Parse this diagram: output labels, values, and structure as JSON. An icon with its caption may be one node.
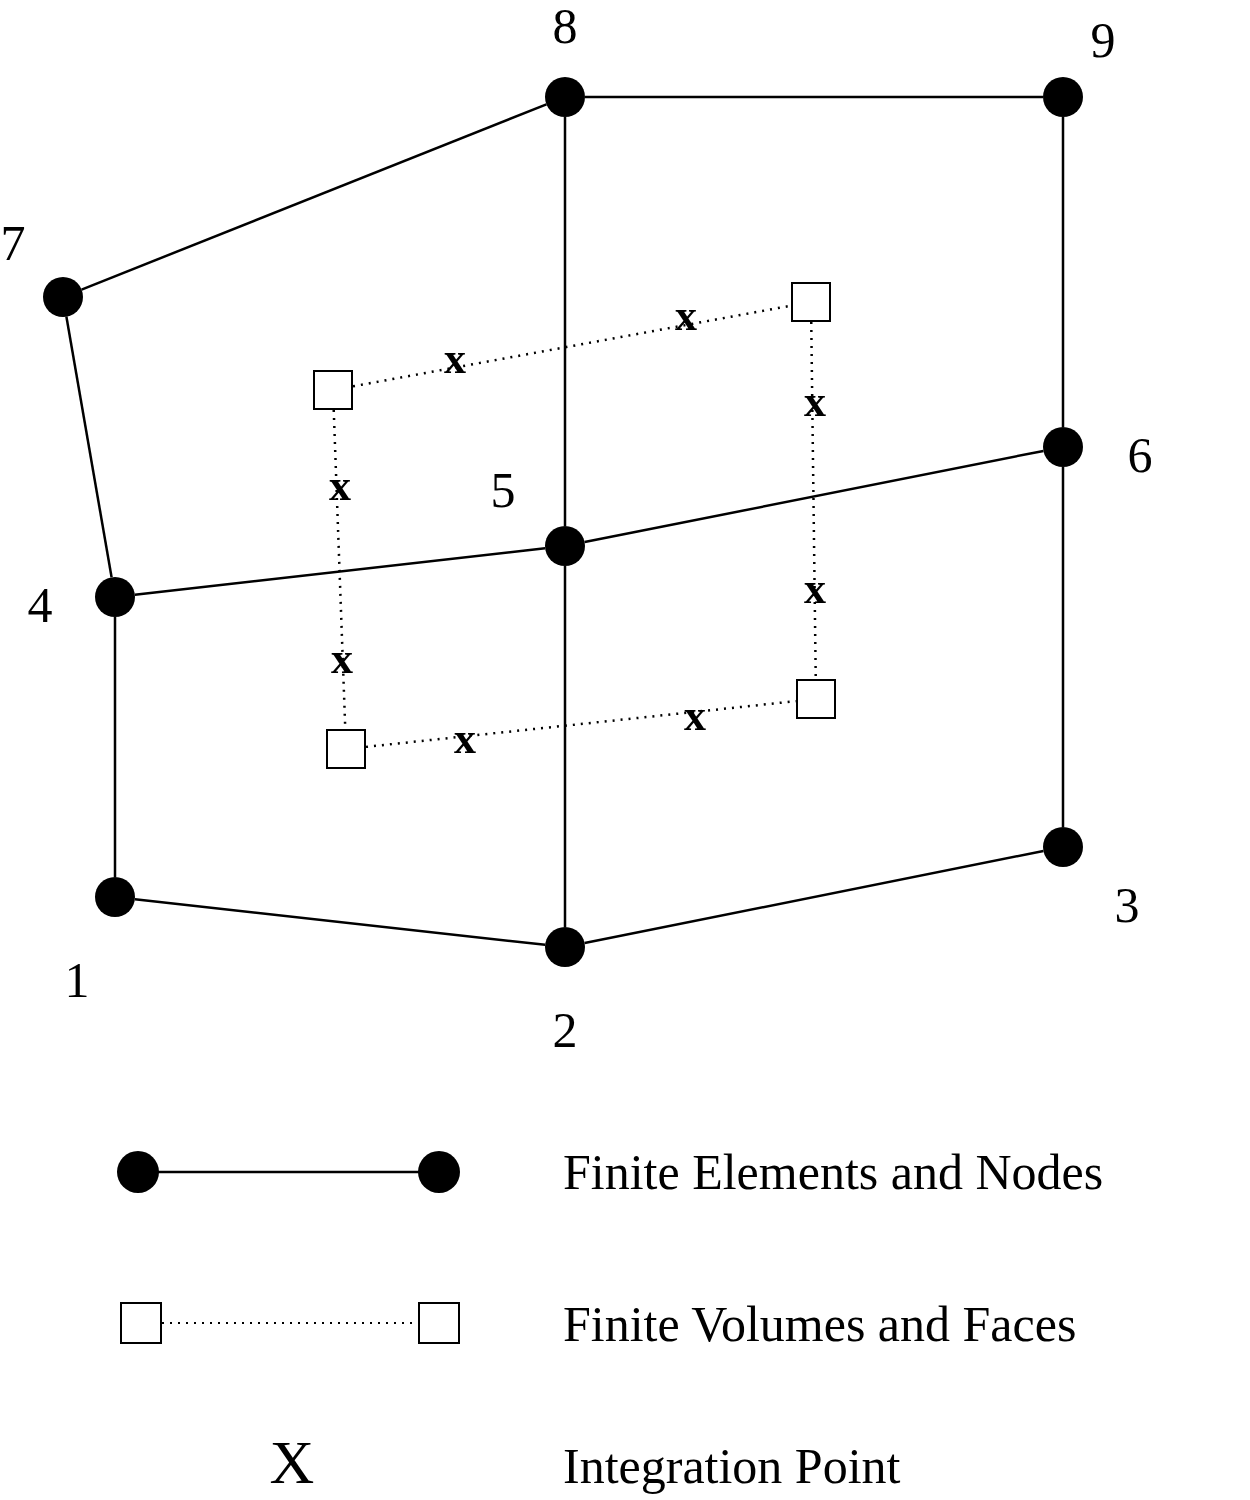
{
  "diagram": {
    "nodes": [
      {
        "text": [],
        "shape": "circle",
        "beside": [
          "8"
        ]
      },
      {
        "text": [],
        "shape": "circle",
        "beside": [
          "9"
        ]
      },
      {
        "text": [],
        "shape": "circle",
        "beside": [
          "7"
        ]
      },
      {
        "text": [],
        "shape": "box"
      },
      {
        "text": [],
        "shape": "box"
      },
      {
        "text": [],
        "shape": "circle",
        "beside": [
          "6"
        ]
      },
      {
        "text": [],
        "shape": "circle",
        "beside": [
          "5"
        ]
      },
      {
        "text": [],
        "shape": "circle",
        "beside": [
          "4"
        ]
      },
      {
        "text": [],
        "shape": "box"
      },
      {
        "text": [],
        "shape": "box"
      },
      {
        "text": [],
        "shape": "circle",
        "beside": [
          "3"
        ]
      },
      {
        "text": [],
        "shape": "circle",
        "beside": [
          "1"
        ]
      },
      {
        "text": [],
        "shape": "circle",
        "beside": [
          "2"
        ]
      }
    ],
    "edges": [
      {
        "from": 11,
        "to": 12,
        "arrow": "none"
      },
      {
        "from": 12,
        "to": 10,
        "arrow": "none"
      },
      {
        "from": 11,
        "to": 7,
        "arrow": "none"
      },
      {
        "from": 12,
        "to": 6,
        "arrow": "none"
      },
      {
        "from": 10,
        "to": 5,
        "arrow": "none"
      },
      {
        "from": 7,
        "to": 6,
        "arrow": "none"
      },
      {
        "from": 6,
        "to": 5,
        "arrow": "none"
      },
      {
        "from": 7,
        "to": 2,
        "arrow": "none"
      },
      {
        "from": 6,
        "to": 0,
        "arrow": "none"
      },
      {
        "from": 5,
        "to": 1,
        "arrow": "none"
      },
      {
        "from": 2,
        "to": 0,
        "arrow": "none"
      },
      {
        "from": 0,
        "to": 1,
        "arrow": "none"
      },
      {
        "from": 4,
        "to": 3,
        "arrow": "none",
        "style": "dashed"
      },
      {
        "from": 4,
        "to": 9,
        "arrow": "none",
        "style": "dashed"
      },
      {
        "from": 3,
        "to": 8,
        "arrow": "none",
        "style": "dashed"
      },
      {
        "from": 9,
        "to": 8,
        "arrow": "none",
        "style": "dashed"
      }
    ],
    "labels": [
      "x",
      "x",
      "x",
      "x",
      "x",
      "x",
      "x",
      "x",
      "X"
    ],
    "legend": [
      {
        "text": "Finite Elements and Nodes"
      },
      {
        "text": "Finite Volumes and Faces"
      },
      {
        "text": "Integration Point"
      }
    ]
  }
}
